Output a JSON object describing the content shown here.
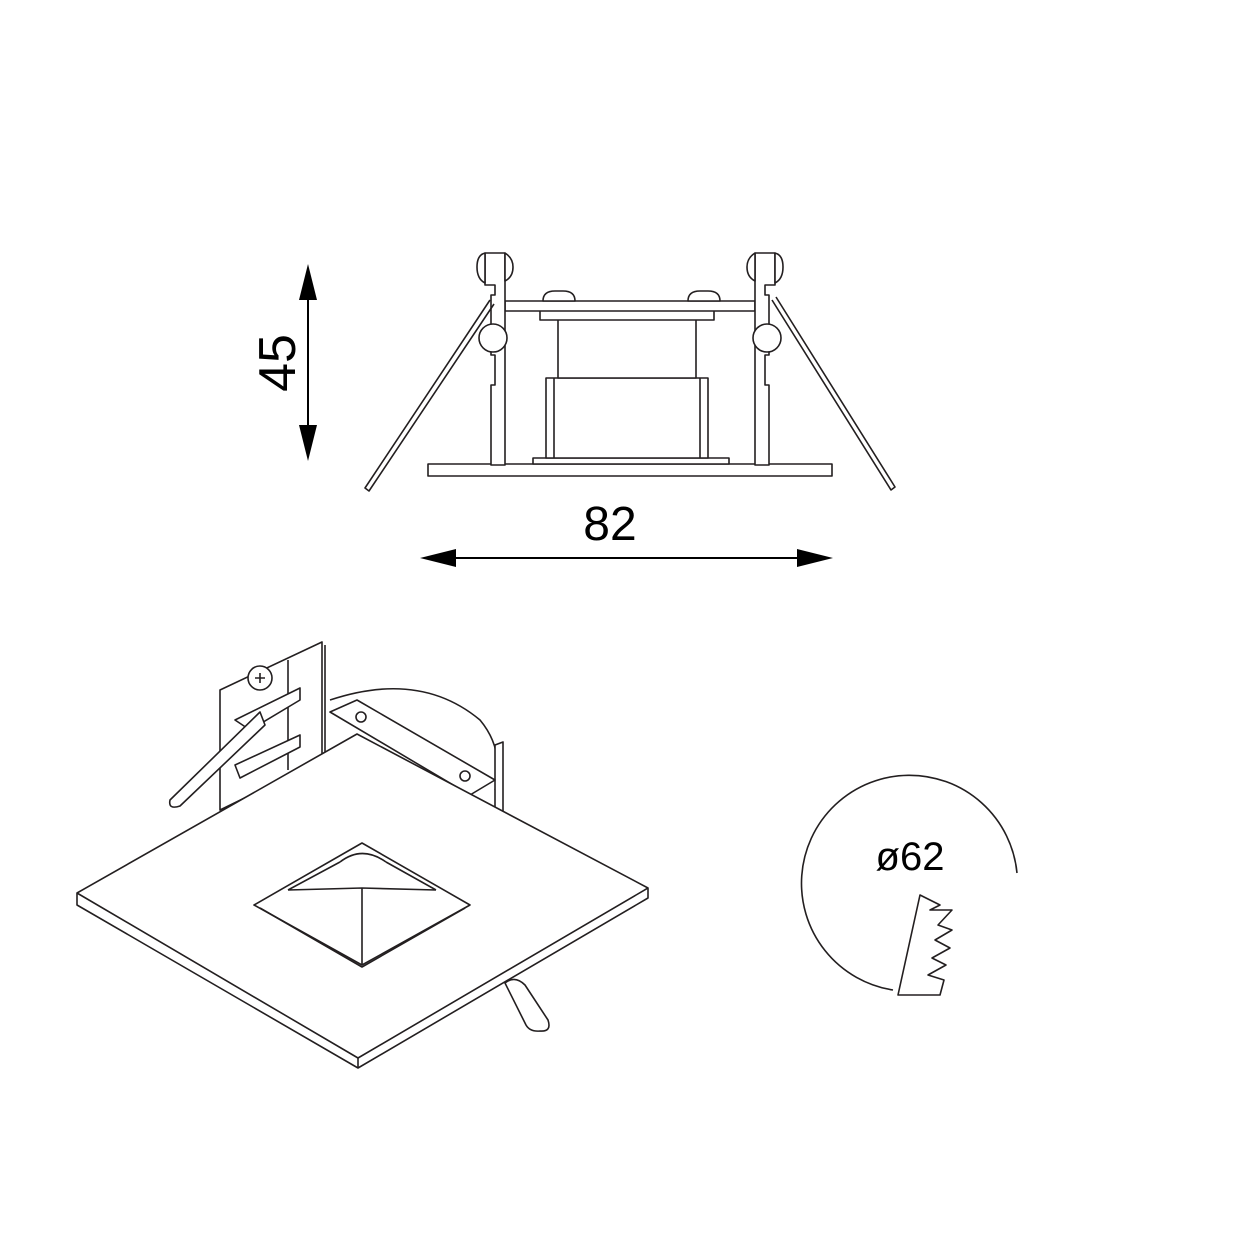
{
  "dimensions": {
    "height": "45",
    "width": "82",
    "cutout_diameter": "ø62"
  },
  "colors": {
    "line": "#231f20",
    "background": "#ffffff"
  }
}
